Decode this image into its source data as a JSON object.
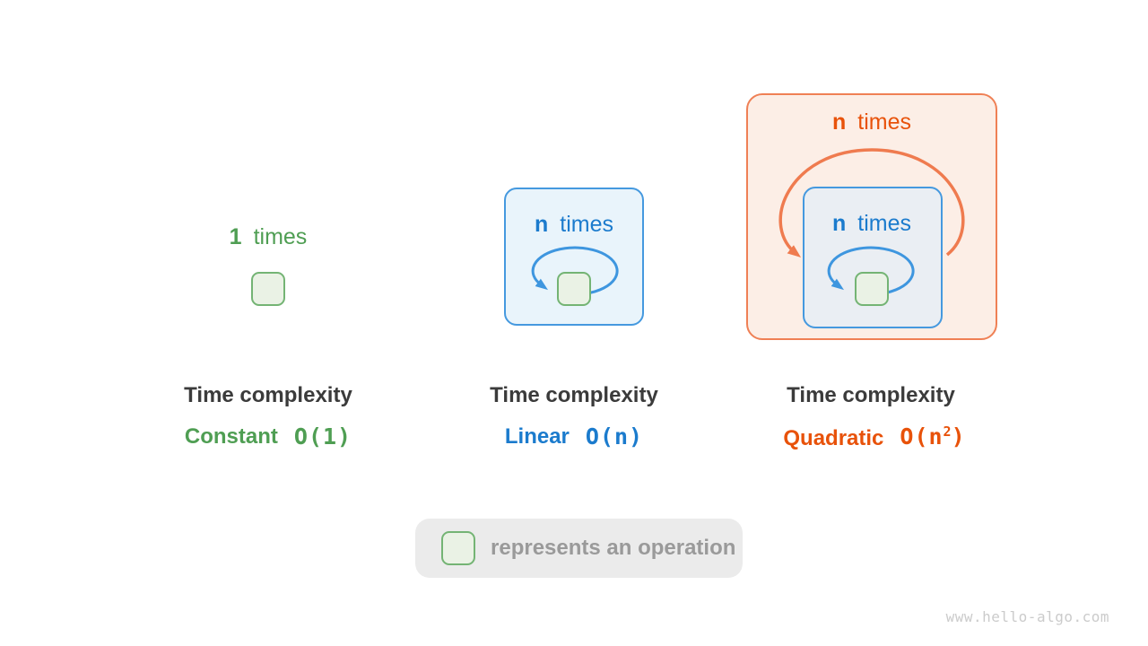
{
  "panels": [
    {
      "loop": {
        "count": "1",
        "times": "times"
      },
      "caption": {
        "title": "Time complexity",
        "name": "Constant",
        "big_o": "O(1)"
      }
    },
    {
      "loop": {
        "count": "n",
        "times": "times"
      },
      "caption": {
        "title": "Time complexity",
        "name": "Linear",
        "big_o": "O(n)"
      }
    },
    {
      "outer_loop": {
        "count": "n",
        "times": "times"
      },
      "inner_loop": {
        "count": "n",
        "times": "times"
      },
      "caption": {
        "title": "Time complexity",
        "name": "Quadratic",
        "big_o_base": "O(n",
        "big_o_sup": "2",
        "big_o_close": ")"
      }
    }
  ],
  "legend": {
    "label": "represents an operation"
  },
  "watermark": "www.hello-algo.com",
  "colors": {
    "green_text": "#4F9E53",
    "blue_text": "#1B7BCD",
    "orange_text": "#E8520A",
    "blue_stroke": "#3E96DF",
    "orange_stroke": "#EF7B4F",
    "linear_box_fill": "#E9F4FB",
    "inner_box_fill": "#EAEEF3",
    "quadratic_box_fill": "#FCEEE6",
    "operation_square_fill": "#EAF2E5",
    "operation_square_border": "#74B474",
    "dark_text": "#3B3B3B",
    "legend_bg": "#EBEBEB",
    "legend_text": "#9A9A9A",
    "watermark_text": "#CBCBCB"
  }
}
